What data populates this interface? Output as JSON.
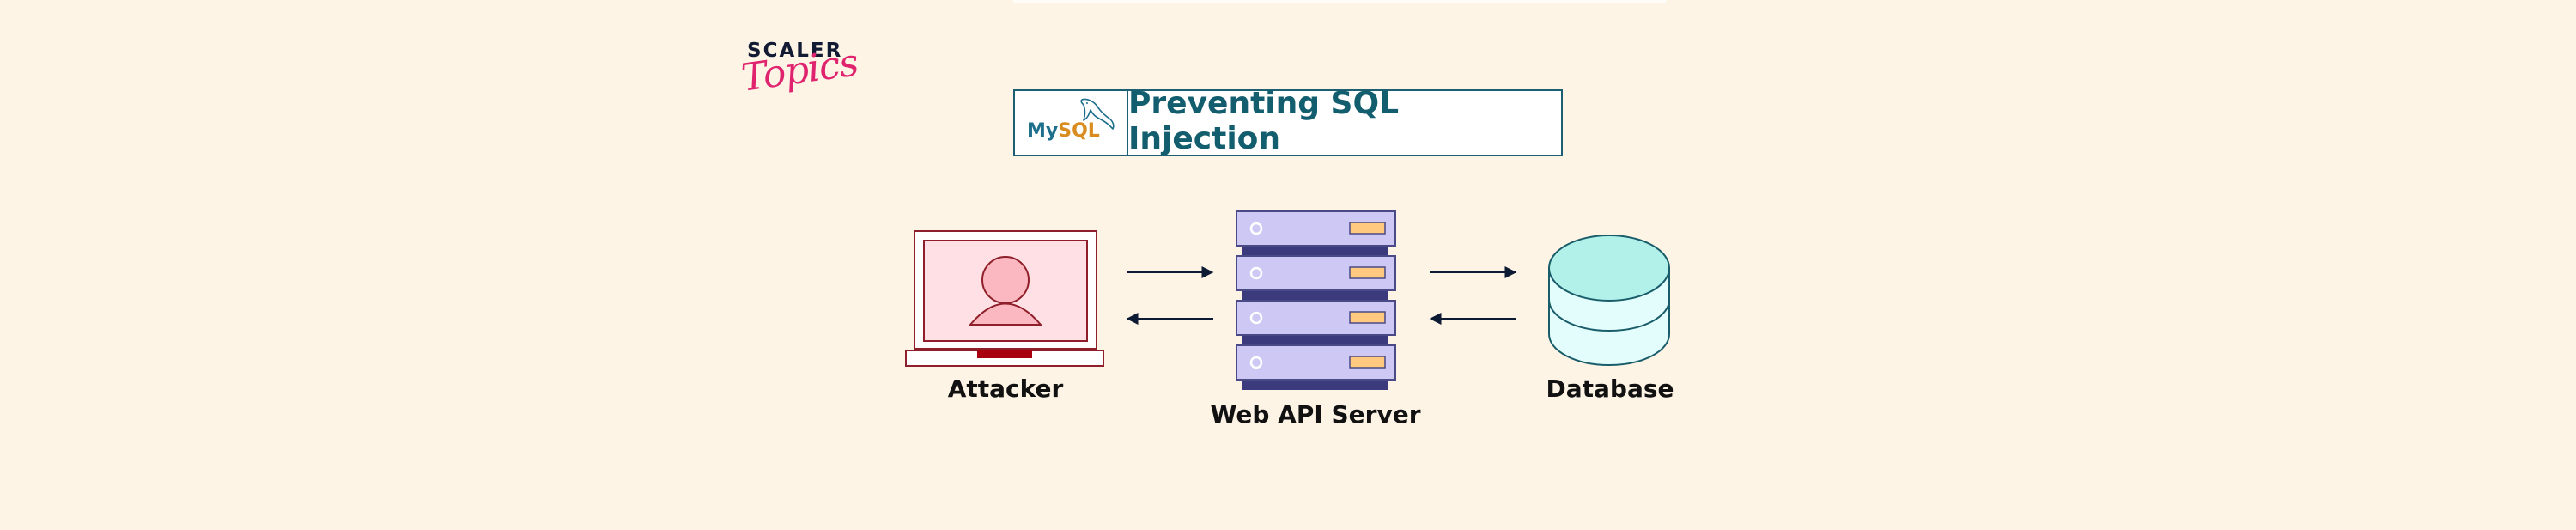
{
  "brand": {
    "line1": "SCALER",
    "line2": "Topics",
    "colors": {
      "scaler": "#121b33",
      "topics": "#e0236e"
    }
  },
  "title_banner": {
    "logo": {
      "my": "My",
      "sql": "SQL",
      "icon": "mysql-dolphin-icon"
    },
    "title": "Preventing SQL Injection",
    "colors": {
      "border": "#1c5e72",
      "text": "#135e6e",
      "my": "#1d6f8c",
      "sql": "#d98c20"
    }
  },
  "diagram": {
    "nodes": [
      {
        "id": "attacker",
        "label": "Attacker",
        "icon": "laptop-user-icon"
      },
      {
        "id": "server",
        "label": "Web API Server",
        "icon": "server-rack-icon"
      },
      {
        "id": "database",
        "label": "Database",
        "icon": "database-icon"
      }
    ],
    "edges": [
      {
        "from": "attacker",
        "to": "server",
        "direction": "forward"
      },
      {
        "from": "server",
        "to": "attacker",
        "direction": "backward"
      },
      {
        "from": "server",
        "to": "database",
        "direction": "forward"
      },
      {
        "from": "database",
        "to": "server",
        "direction": "backward"
      }
    ],
    "colors": {
      "background": "#fef4e6",
      "laptop_stroke": "#8f1f2a",
      "laptop_screen": "#ffe0e4",
      "laptop_user": "#fbb8c0",
      "laptop_bar": "#a8000f",
      "server_plate": "#cdc8f4",
      "server_stroke": "#4a4a86",
      "server_bar": "#3a3a7c",
      "server_led": "#ffc97f",
      "db_top": "#b2f1ea",
      "db_body": "#e2fdfb",
      "db_stroke": "#1a5d6a",
      "arrow": "#0c1a33"
    }
  }
}
